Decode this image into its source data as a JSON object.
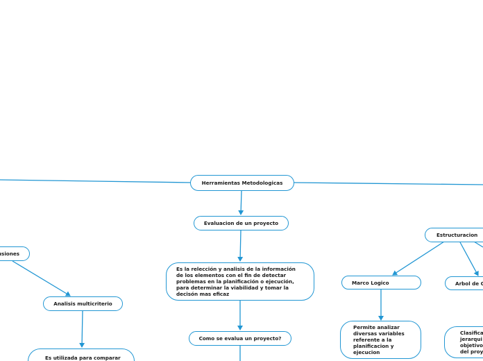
{
  "colors": {
    "edge": "#2196d3",
    "node_border": "#2196d3",
    "text": "#1a1a1a",
    "background": "#ffffff"
  },
  "nodes": {
    "root": "Herramientas Metodologicas",
    "evaluacion": "Evaluacion de un proyecto",
    "evaluacion_def": "Es la relección y analisis de la información\nde los elementos con el fin de detectar\nproblemas en la planificación o ejecución,\npara determinar la viabilidad y tomar la\ndecisón mas eficaz",
    "como_evalua": "Como se evalua un proyecto?",
    "conclusiones": "usiones",
    "multicriterio": "Analisis multicriterio",
    "multicriterio_def": "Es utilizada para comparar\nvarias alternativas o...",
    "estructuracion": "Estructuracion",
    "marco_logico": "Marco Logico",
    "marco_logico_def": "Permite analizar\ndiversas variables\nreferente a la\nplanificacion y\nejecucion",
    "arbol": "Arbol de O",
    "arbol_def": "Clasifica\njerarqui\nobjetivo\ndel proy"
  }
}
